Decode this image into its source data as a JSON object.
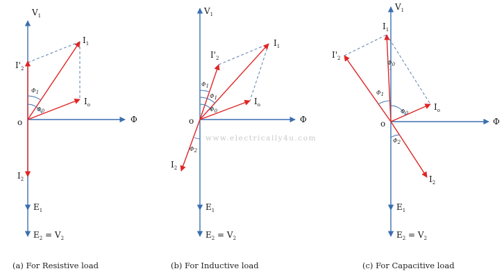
{
  "colors": {
    "axis": "#3b6eb0",
    "phasor": "#e02424",
    "dashed": "#5a7fb0",
    "text": "#1a1a1a"
  },
  "labels": {
    "V1": "V",
    "V1_sub": "1",
    "I1": "I",
    "I1_sub": "1",
    "I2p": "I'",
    "I2p_sub": "2",
    "I0": "I",
    "I0_sub": "o",
    "I2": "I",
    "I2_sub": "2",
    "E1": "E",
    "E1_sub": "1",
    "E2": "E",
    "E2_sub": "2",
    "eq": " = V",
    "V2_sub": "2",
    "origin": "o",
    "phi": "Φ",
    "phi0": "Φ",
    "phi0_sub": "0",
    "phi1": "Φ",
    "phi1_sub": "1",
    "phi2": "Φ",
    "phi2_sub": "2"
  },
  "captions": {
    "a": "(a) For Resistive load",
    "b": "(b) For Inductive load",
    "c": "(c) For Capacitive load"
  },
  "watermark": "www.electrically4u.com"
}
